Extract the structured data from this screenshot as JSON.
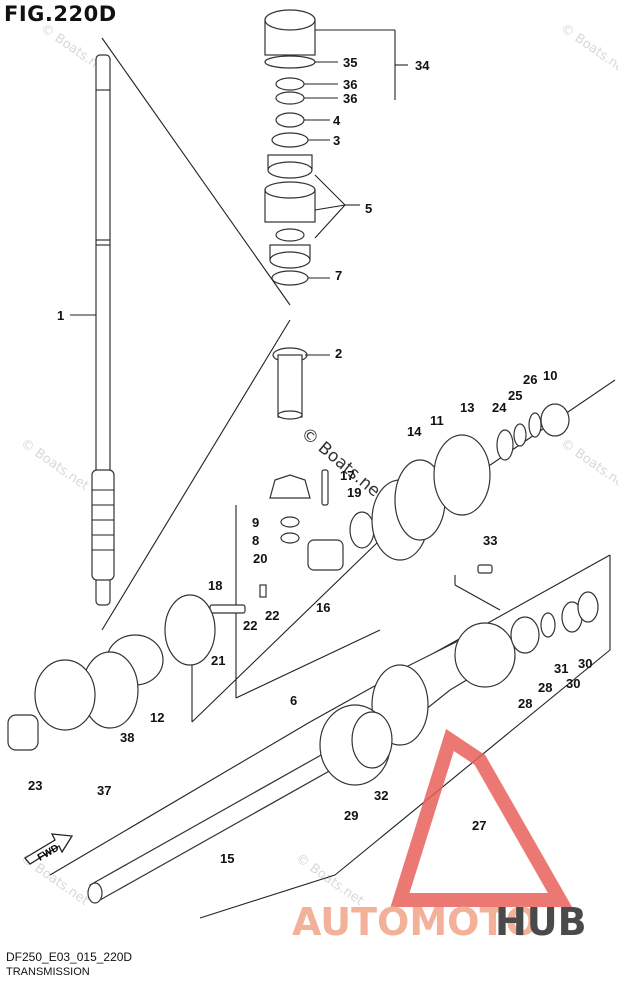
{
  "figure": {
    "title": "FIG.220D",
    "code": "DF250_E03_015_220D",
    "name": "TRANSMISSION"
  },
  "watermarks": {
    "main": "© Boats.net",
    "faint": "© Boats.net"
  },
  "fwd_label": "FWD",
  "brand": {
    "part1": "AUTOMOTO",
    "part2": "HUB",
    "color1": "#f3b19a",
    "color2": "#4a4a4a",
    "mark_color": "#e8605a"
  },
  "callouts": [
    "1",
    "2",
    "3",
    "4",
    "5",
    "6",
    "7",
    "8",
    "9",
    "10",
    "11",
    "12",
    "13",
    "14",
    "15",
    "16",
    "17",
    "18",
    "19",
    "20",
    "21",
    "22",
    "22",
    "23",
    "24",
    "25",
    "26",
    "27",
    "28",
    "28",
    "29",
    "30",
    "30",
    "31",
    "32",
    "33",
    "34",
    "35",
    "36",
    "36",
    "37",
    "38"
  ]
}
